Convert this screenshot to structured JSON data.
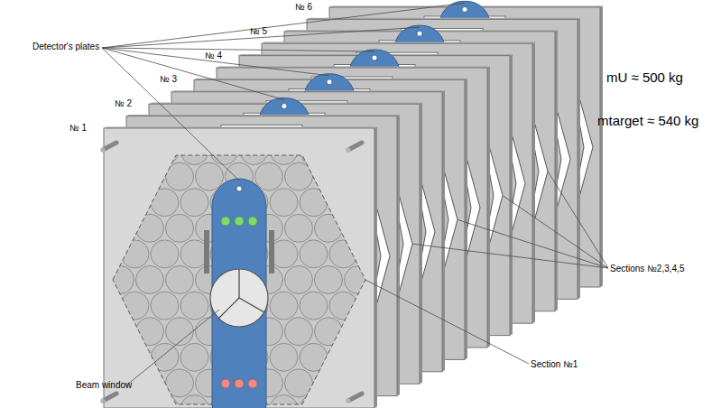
{
  "diagram": {
    "labels": [
      "Detector's plates",
      "№ 6",
      "№ 5",
      "№ 4",
      "№ 3",
      "№ 2",
      "№ 1",
      "mU ≈ 500 kg",
      "mtarget ≈ 540 kg",
      "Sections №2,3,4,5",
      "Section №1",
      "Beam window"
    ]
  }
}
